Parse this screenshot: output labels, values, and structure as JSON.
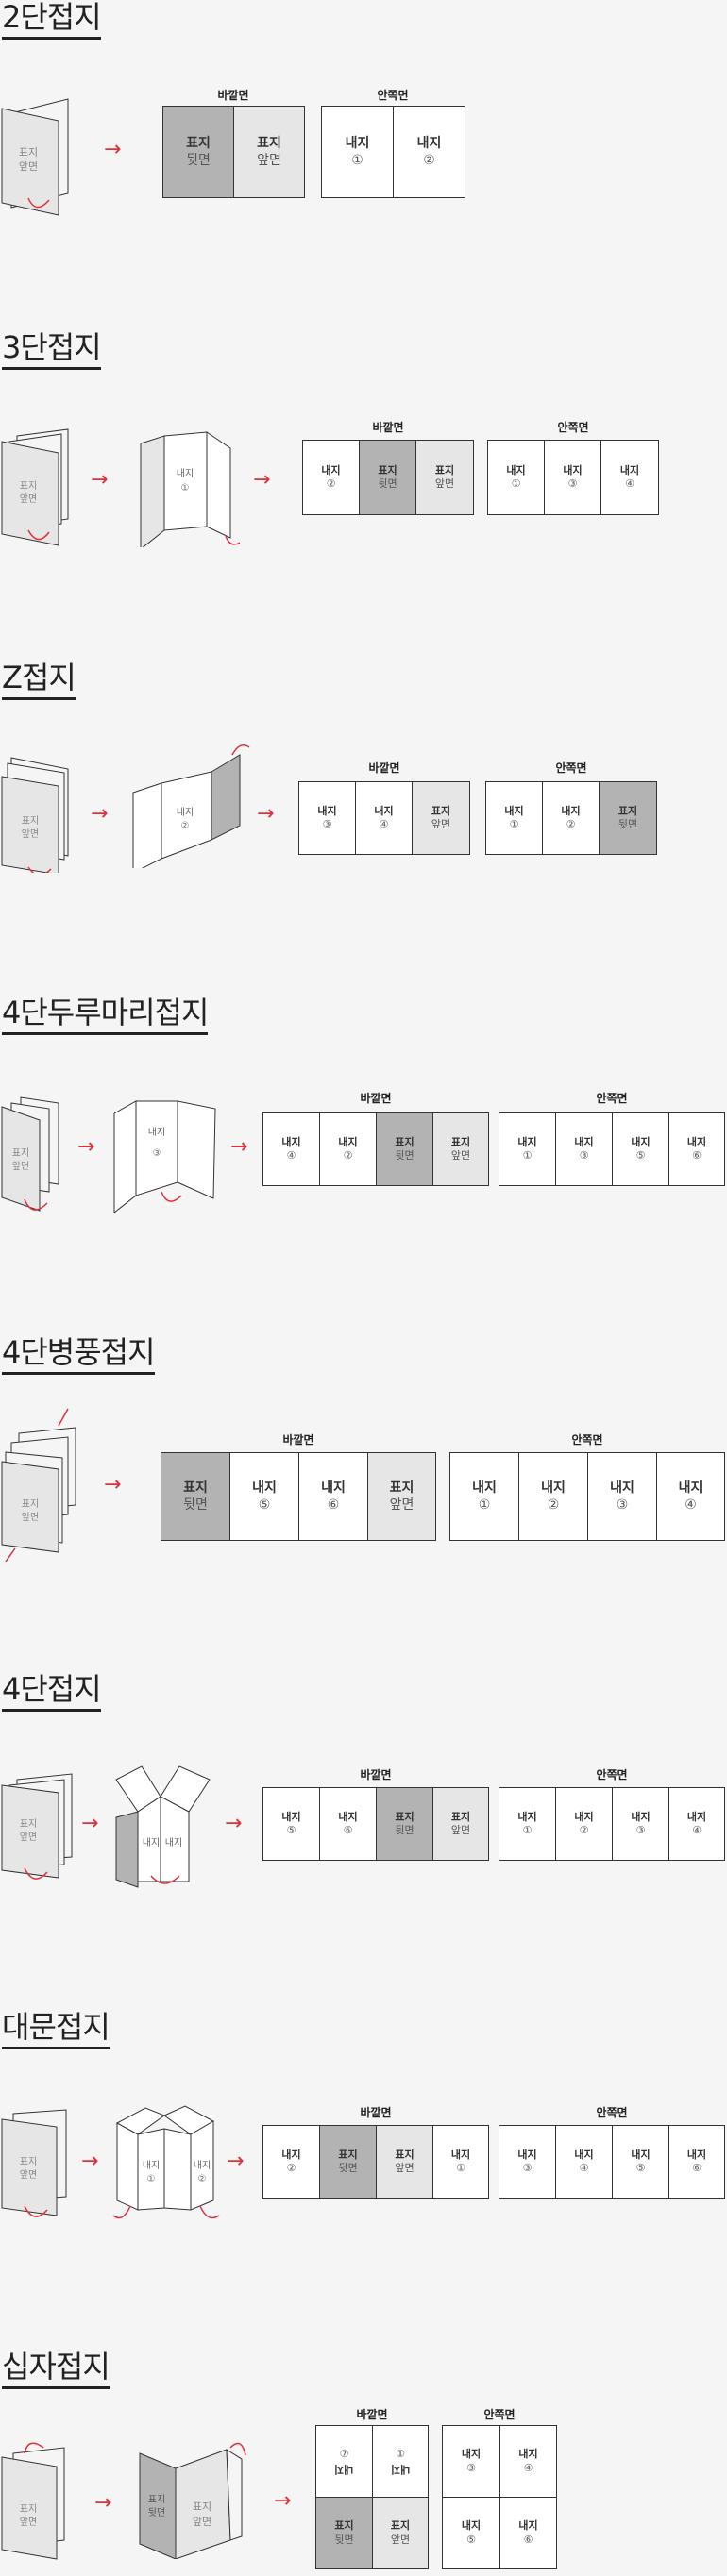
{
  "labels": {
    "outside": "바깥면",
    "inside": "안쪽면"
  },
  "sections": [
    {
      "id": "2fold",
      "title": "2단접지"
    },
    {
      "id": "3fold",
      "title": "3단접지"
    },
    {
      "id": "zfold",
      "title": "Z접지"
    },
    {
      "id": "4roll",
      "title": "4단두루마리접지"
    },
    {
      "id": "4accord",
      "title": "4단병풍접지"
    },
    {
      "id": "4fold",
      "title": "4단접지"
    },
    {
      "id": "gate",
      "title": "대문접지"
    },
    {
      "id": "cross",
      "title": "십자접지"
    }
  ],
  "panels": {
    "cover_back": {
      "name": "표지",
      "sub": "뒷면"
    },
    "cover_front": {
      "name": "표지",
      "sub": "앞면"
    },
    "inner1": {
      "name": "내지",
      "sub": "①"
    },
    "inner2": {
      "name": "내지",
      "sub": "②"
    },
    "inner3": {
      "name": "내지",
      "sub": "③"
    },
    "inner4": {
      "name": "내지",
      "sub": "④"
    },
    "inner5": {
      "name": "내지",
      "sub": "⑤"
    },
    "inner6": {
      "name": "내지",
      "sub": "⑥"
    },
    "inner7_rot": {
      "name": "내지",
      "sub": "⑦"
    }
  },
  "illus_text": {
    "cover": "표지",
    "front": "앞면",
    "back": "뒷면",
    "inner": "내지",
    "n1": "①",
    "n2": "②",
    "n3": "③",
    "n4": "④",
    "n5": "⑤",
    "n6": "⑥"
  },
  "colors": {
    "arrow": "#e0303a",
    "dark_panel": "#b3b3b3",
    "light_panel": "#e6e6e6"
  }
}
